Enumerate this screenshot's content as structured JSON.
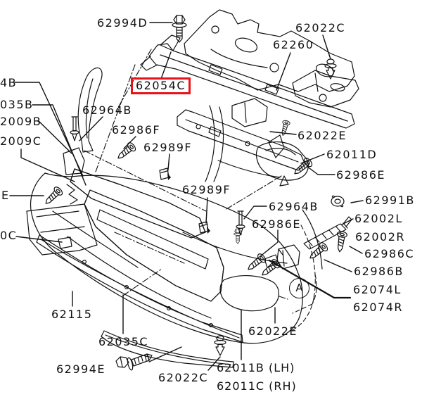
{
  "meta": {
    "type": "exploded-parts-diagram",
    "subject": "Front bumper, grille and radiator support exploded parts diagram"
  },
  "colors": {
    "background": "#ffffff",
    "line_art": "#111111",
    "highlight_box": "#e8121a",
    "label_text": "#111111"
  },
  "highlighted_part": "62054C",
  "marker": {
    "letter": "A"
  },
  "labels": {
    "l62994d": "62994D",
    "l62022c_top": "62022C",
    "l62260": "62260",
    "l62054c": "62054C",
    "l4b": "4B",
    "l035b": "035B",
    "l2009b": "2009B",
    "l2009c": "2009C",
    "l62964b_1": "62964B",
    "l62986f": "62986F",
    "l62989f_1": "62989F",
    "l62989f_2": "62989F",
    "le": "E",
    "l0c": "0C",
    "l62022e_1": "62022E",
    "l62011d": "62011D",
    "l62986e_1": "62986E",
    "l62964b_2": "62964B",
    "l62986e_2": "62986E",
    "l62991b": "62991B",
    "l62002l": "62002L",
    "l62002r": "62002R",
    "l62986c": "62986C",
    "l62986b": "62986B",
    "l62074l": "62074L",
    "l62074r": "62074R",
    "l62115": "62115",
    "l62035c": "62035C",
    "l62994e": "62994E",
    "l62022c_bot": "62022C",
    "l62011b": "62011B (LH)",
    "l62011c": "62011C (RH)",
    "l62022e_2": "62022E"
  },
  "icons": {
    "bolt": "hex-flange-bolt",
    "screw": "tapping-screw",
    "push_clip": "push-rivet-clip",
    "pin_clip": "pin-clip",
    "grommet": "screw-grommet",
    "square_clip": "square-clip",
    "marker": "circled-letter-callout"
  }
}
